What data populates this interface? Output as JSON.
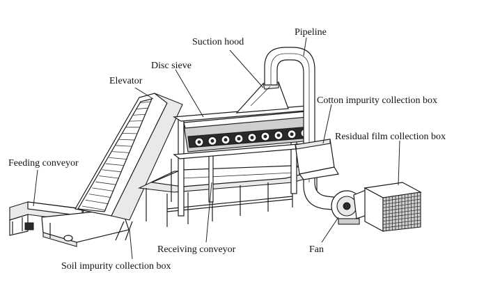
{
  "labels": {
    "pipeline": "Pipeline",
    "suction_hood": "Suction hood",
    "disc_sieve": "Disc sieve",
    "elevator": "Elevator",
    "cotton_box": "Cotton impurity collection box",
    "residual_box": "Residual film collection box",
    "feeding_conveyor": "Feeding conveyor",
    "receiving_conveyor": "Receiving conveyor",
    "fan": "Fan",
    "soil_box": "Soil impurity collection box"
  }
}
